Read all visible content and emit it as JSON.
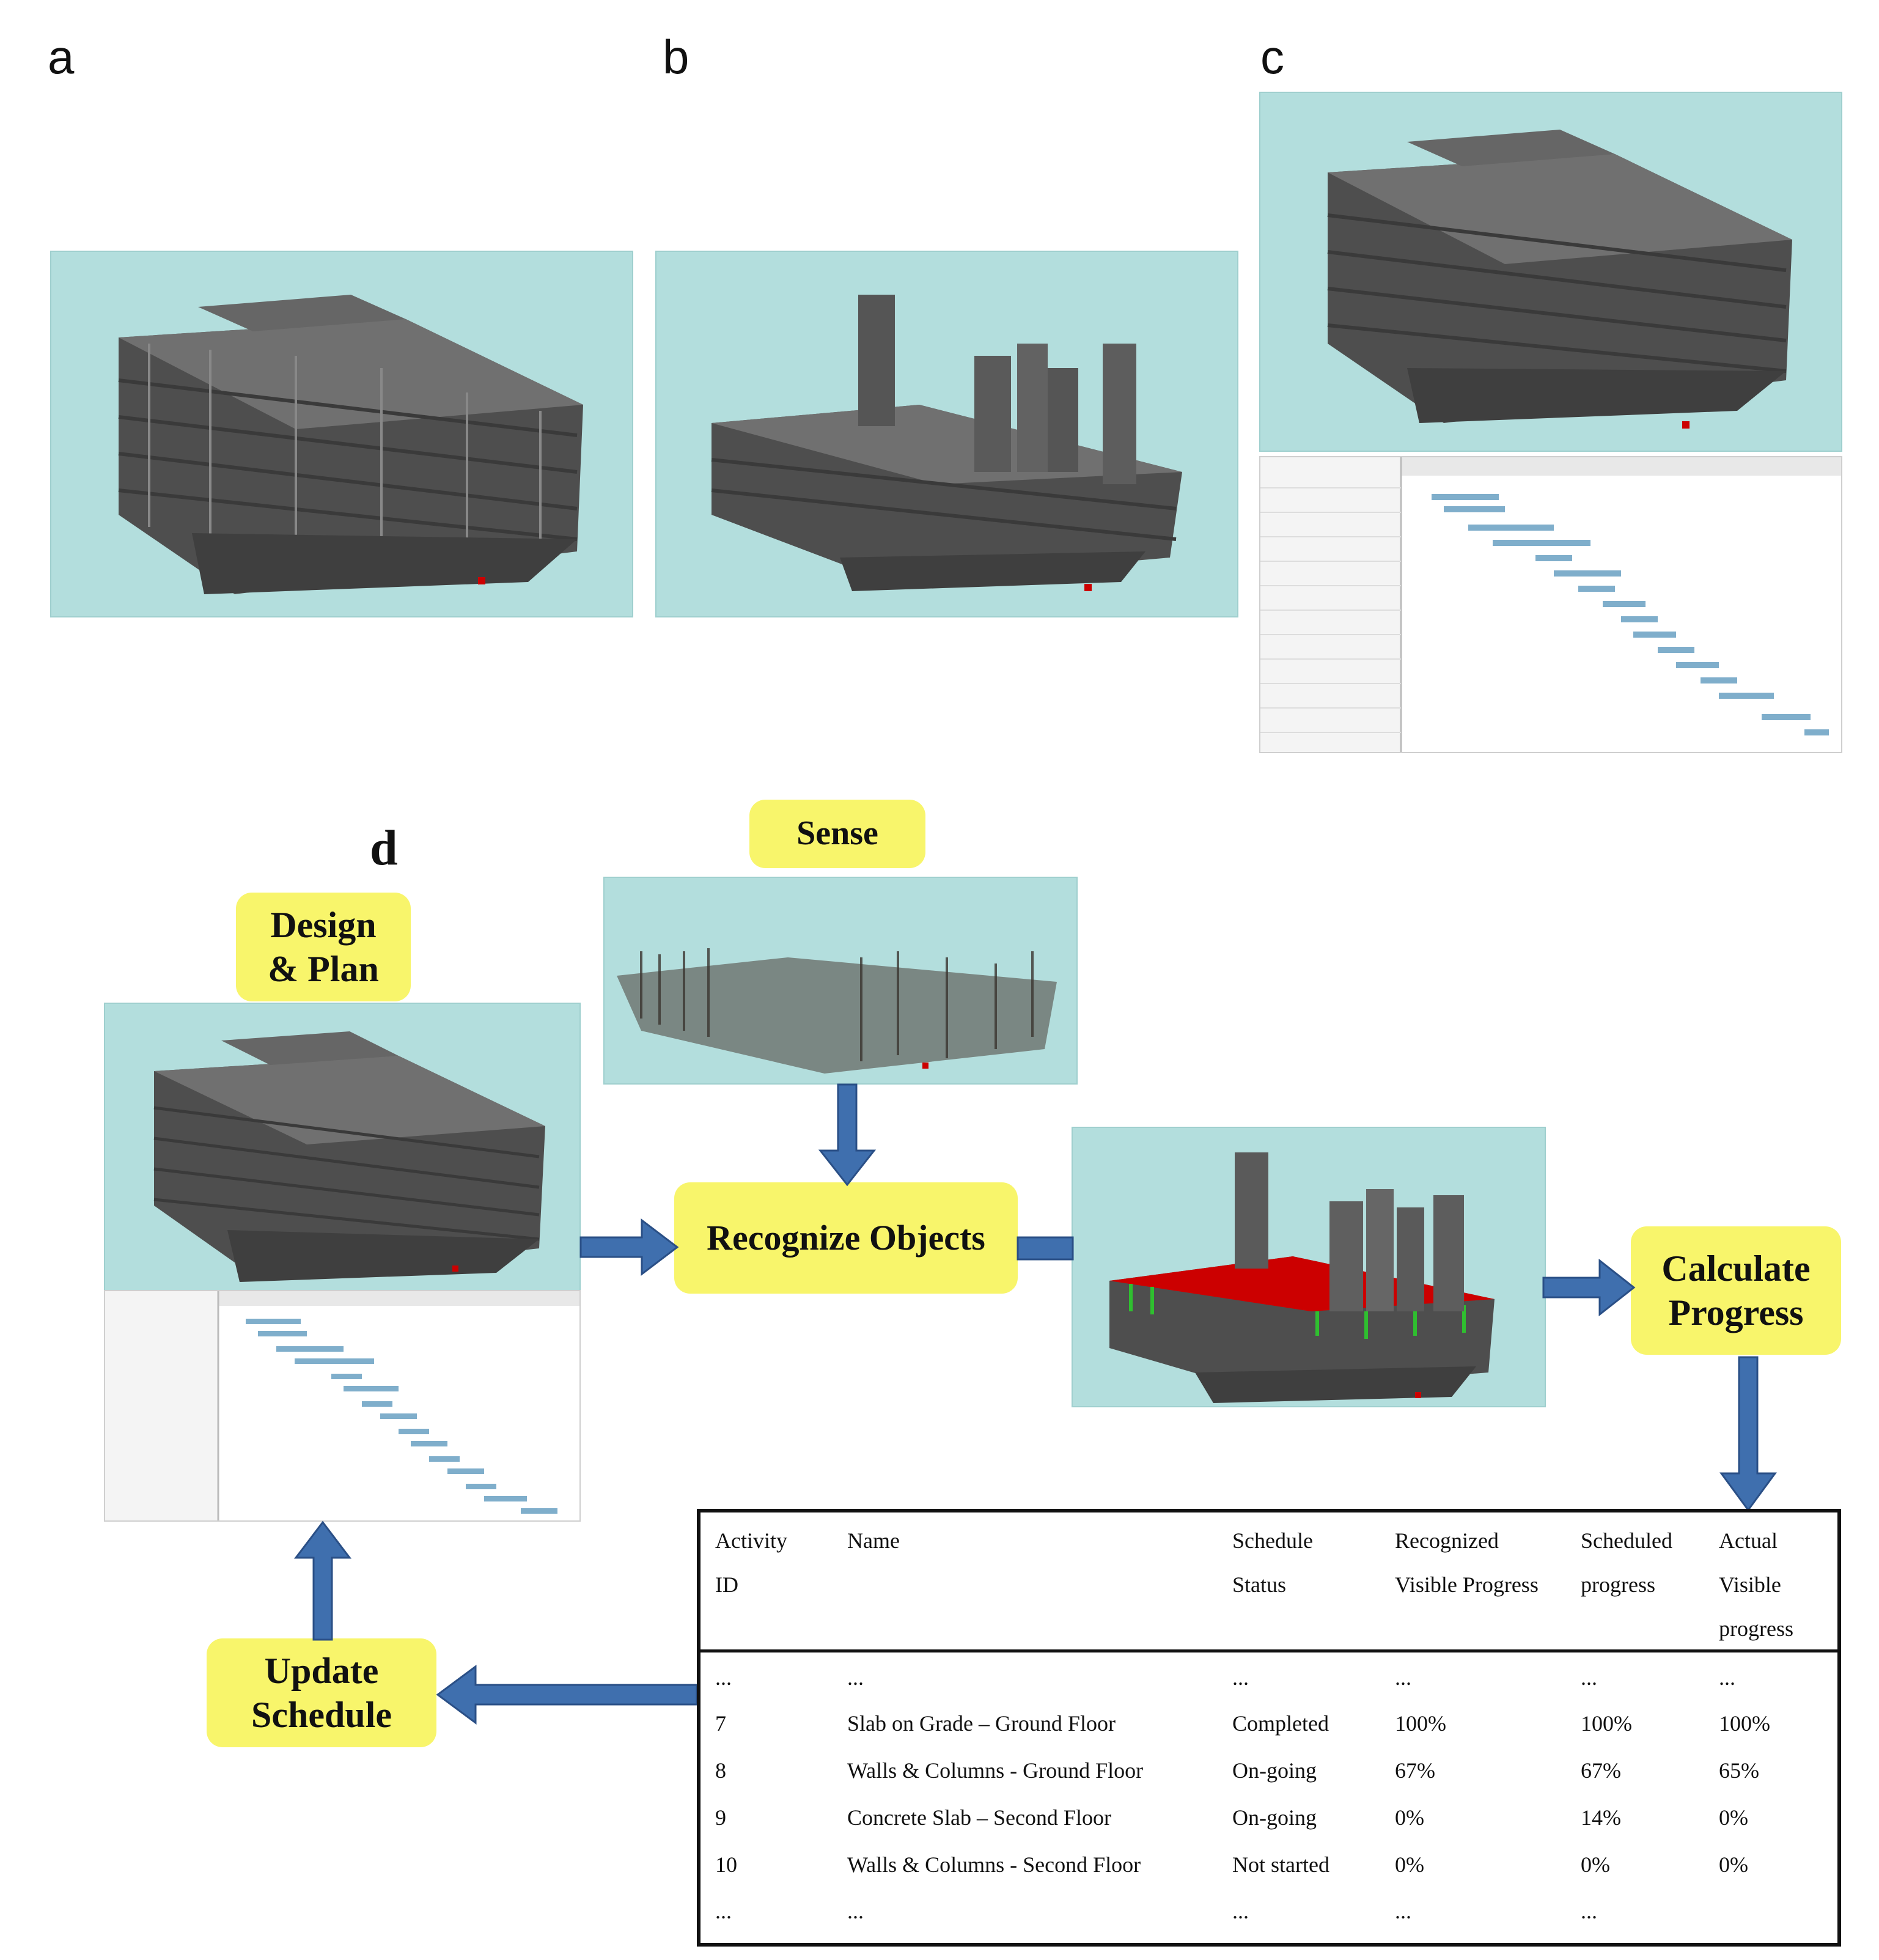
{
  "panels": {
    "a": "a",
    "b": "b",
    "c": "c",
    "d": "d"
  },
  "cycle": {
    "design_plan": "Design\n& Plan",
    "sense": "Sense",
    "recognize": "Recognize Objects",
    "calculate": "Calculate\nProgress",
    "update": "Update\nSchedule"
  },
  "table": {
    "headers": [
      "Activity\nID",
      "Name",
      "Schedule\nStatus",
      "Recognized\nVisible Progress",
      "Scheduled\nprogress",
      "Actual\nVisible\nprogress"
    ],
    "rows": [
      [
        "...",
        "...",
        "...",
        "...",
        "...",
        "..."
      ],
      [
        "7",
        "Slab on Grade – Ground Floor",
        "Completed",
        "100%",
        "100%",
        "100%"
      ],
      [
        "8",
        "Walls & Columns - Ground Floor",
        "On-going",
        "67%",
        "67%",
        "65%"
      ],
      [
        "9",
        "Concrete Slab – Second Floor",
        "On-going",
        "0%",
        "14%",
        "0%"
      ],
      [
        "10",
        "Walls & Columns - Second Floor",
        "Not started",
        "0%",
        "0%",
        "0%"
      ],
      [
        "...",
        "...",
        "...",
        "...",
        "...",
        ""
      ]
    ]
  },
  "colors": {
    "scene_background": "#b3dedd",
    "label_fill": "#f8f56b",
    "arrow_fill": "#3f6fae",
    "building": "#5c5c5c",
    "highlight_red": "#cc0000",
    "highlight_green": "#2fbf2f",
    "gantt_bar": "#7faecb"
  }
}
